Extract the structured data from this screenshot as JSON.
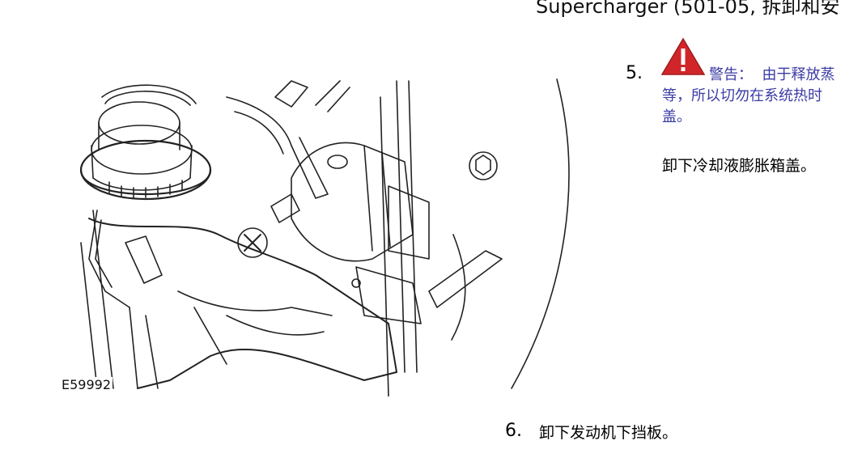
{
  "header": {
    "title": "Supercharger (501-05, 拆卸和安"
  },
  "figure": {
    "code": "E59992"
  },
  "steps": [
    {
      "number": "5.",
      "warning": {
        "label": "警告：",
        "lines": [
          "由于释放蒸",
          "等，所以切勿在系统热时",
          "盖。"
        ]
      },
      "text": "卸下冷却液膨胀箱盖。"
    },
    {
      "number": "6.",
      "text": "卸下发动机下挡板。"
    }
  ],
  "colors": {
    "warning_red": "#d0262a",
    "warning_text": "#3b3ba5"
  },
  "icons": [
    "warning-icon"
  ]
}
